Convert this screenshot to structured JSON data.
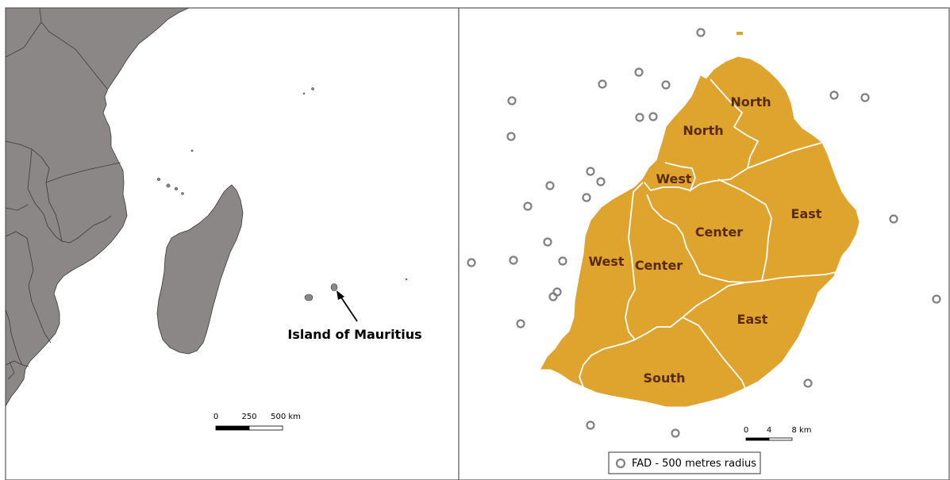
{
  "left_panel": {
    "callout_label": "Island of Mauritius",
    "scale_bar": {
      "ticks": [
        "0",
        "250",
        "500 km"
      ]
    }
  },
  "right_panel": {
    "district_labels": [
      "North",
      "North",
      "West",
      "East",
      "Center",
      "West",
      "Center",
      "East",
      "South"
    ],
    "scale_bar": {
      "ticks": [
        "0",
        "4",
        "8 km"
      ]
    },
    "legend": {
      "label": "FAD - 500 metres radius"
    }
  },
  "colors": {
    "land_africa": "#8c8787",
    "island_fill": "#dea42e",
    "district_border": "#ffffff",
    "fad_marker": "#808080"
  },
  "icons": {
    "fad": "circle-marker-icon",
    "pointer": "arrow-icon"
  }
}
